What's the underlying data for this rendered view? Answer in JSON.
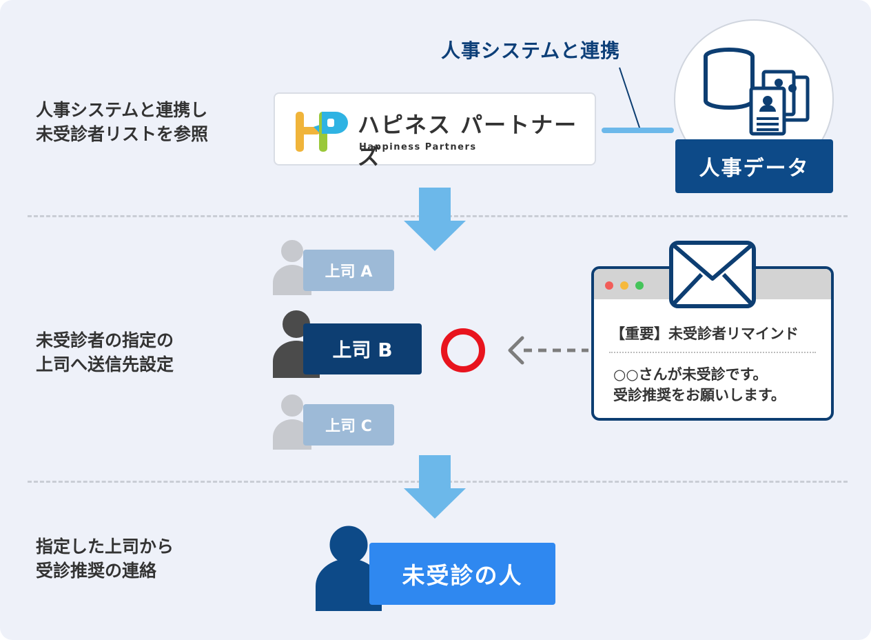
{
  "steps": [
    {
      "label": "人事システムと連携し\n未受診者リストを参照"
    },
    {
      "label": "未受診者の指定の\n上司へ送信先設定"
    },
    {
      "label": "指定した上司から\n受診推奨の連絡"
    }
  ],
  "logo": {
    "name": "ハピネス パートナーズ",
    "sub": "Happiness Partners"
  },
  "link_caption": "人事システムと連携",
  "hr_label": "人事データ",
  "bosses": [
    {
      "label": "上司 A",
      "state": "inactive"
    },
    {
      "label": "上司 B",
      "state": "selected"
    },
    {
      "label": "上司 C",
      "state": "inactive"
    }
  ],
  "mail": {
    "subject": "【重要】未受診者リマインド",
    "body": "○○さんが未受診です。\n受診推奨をお願いします。"
  },
  "target_label": "未受診の人",
  "colors": {
    "background": "#eef1f9",
    "navy": "#0d3e72",
    "hr_box": "#0d4a88",
    "light_blue_arrow": "#6cb8ea",
    "inactive_tag": "#9dbad7",
    "target_blue": "#2f88f0",
    "red_ring": "#e8141e"
  },
  "icons": [
    "database-icon",
    "document-stack-icon",
    "person-icon",
    "envelope-icon",
    "down-arrow-icon",
    "left-dashed-arrow-icon",
    "hp-logo-mark"
  ]
}
